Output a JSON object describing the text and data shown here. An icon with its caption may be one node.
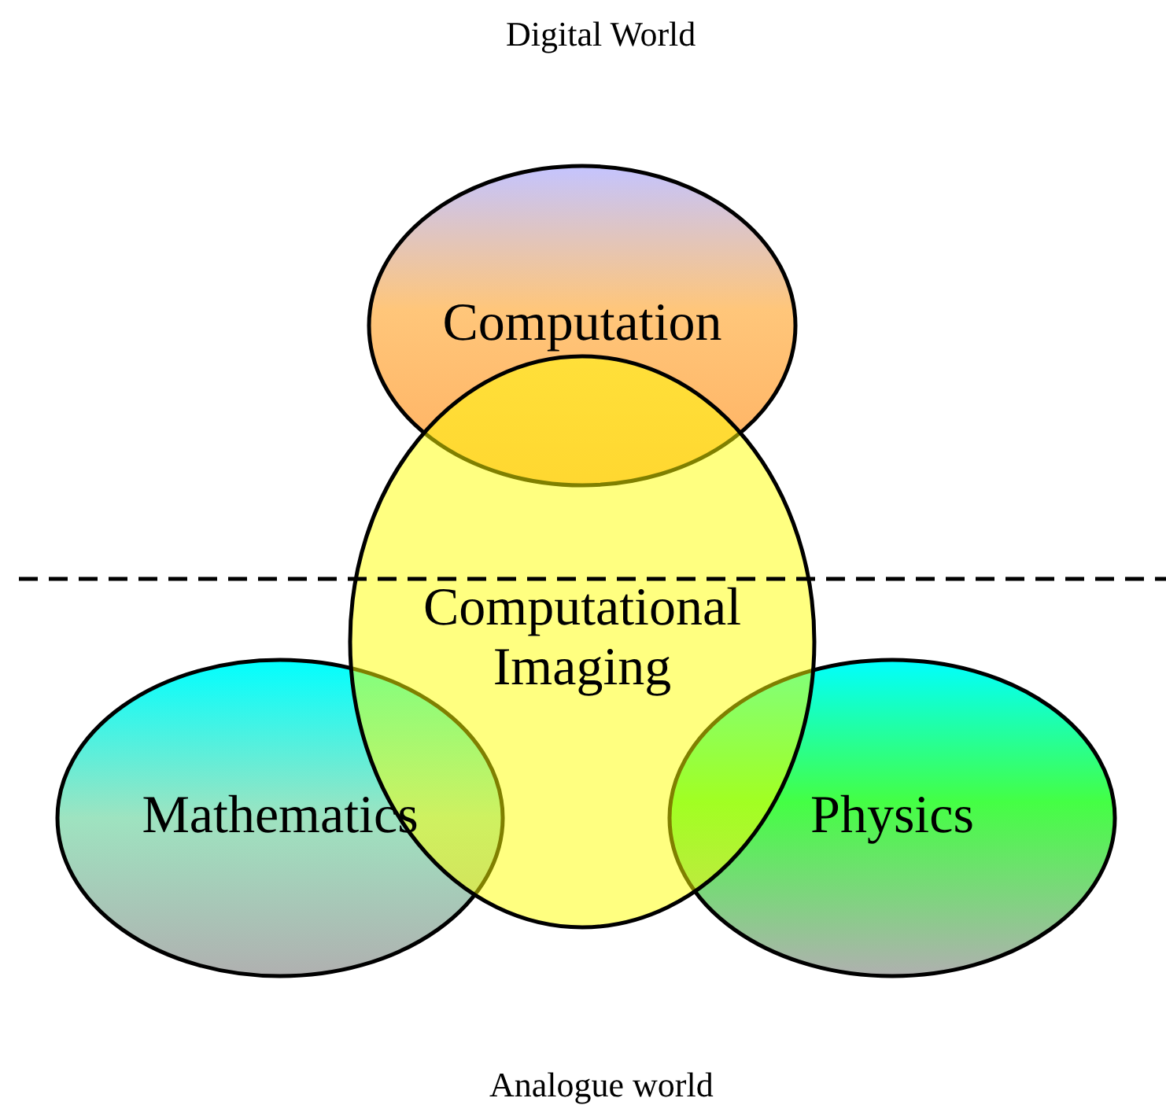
{
  "diagram": {
    "nodes": [
      {
        "text": [
          "Computation"
        ]
      },
      {
        "text": [
          "Mathematics"
        ]
      },
      {
        "text": [
          "Physics"
        ]
      },
      {
        "text": [
          "Computational Imaging"
        ]
      }
    ],
    "labels": [
      "Digital World",
      "Analogue world"
    ]
  }
}
